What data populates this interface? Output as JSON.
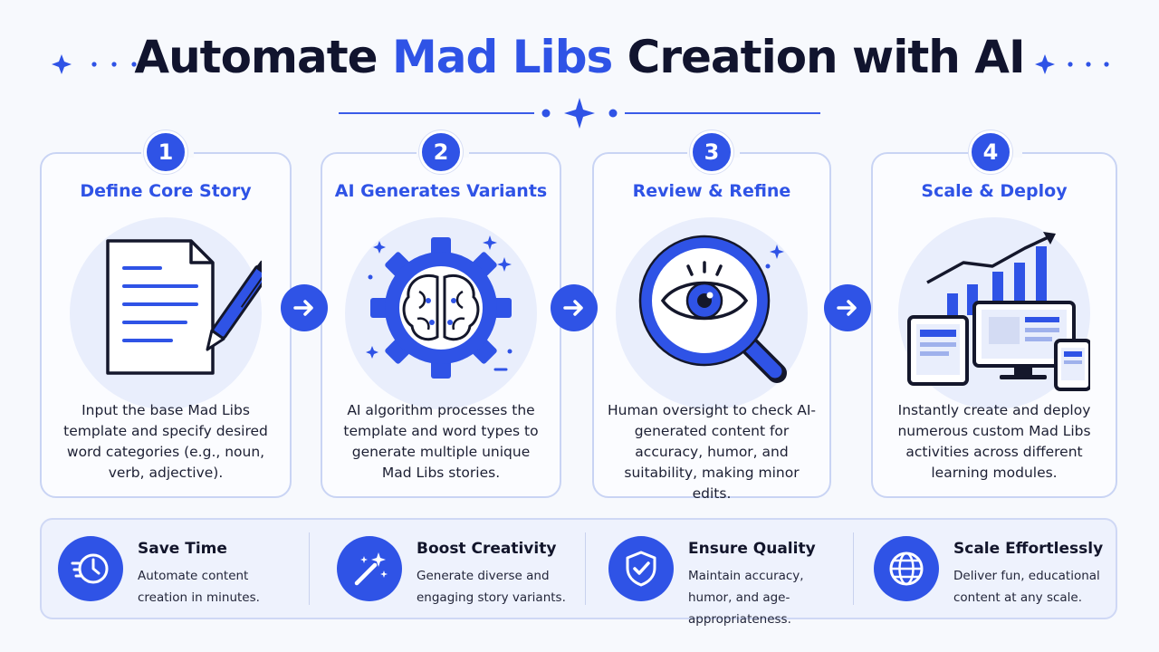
{
  "title": {
    "part1": "Automate ",
    "accent": "Mad Libs",
    "part2": " Creation with AI"
  },
  "colors": {
    "accent": "#2f53e6",
    "dark": "#11142e",
    "card_border": "#c9d4f4",
    "illustration_bg": "#e9eefc"
  },
  "steps": [
    {
      "number": "1",
      "title": "Define Core Story",
      "icon": "document-pen-icon",
      "description": "Input the base Mad Libs template and specify desired word categories (e.g., noun, verb, adjective)."
    },
    {
      "number": "2",
      "title": "AI Generates Variants",
      "icon": "gear-brain-icon",
      "description": "AI algorithm processes the template and word types to generate multiple unique Mad Libs stories."
    },
    {
      "number": "3",
      "title": "Review & Refine",
      "icon": "magnifier-eye-icon",
      "description": "Human oversight to check AI-generated content for accuracy, humor, and suitability, making minor edits."
    },
    {
      "number": "4",
      "title": "Scale & Deploy",
      "icon": "devices-growth-chart-icon",
      "description": "Instantly create and deploy numerous custom Mad Libs activities across different learning modules."
    }
  ],
  "benefits": [
    {
      "title": "Save Time",
      "icon": "clock-speed-icon",
      "description": "Automate content creation in minutes."
    },
    {
      "title": "Boost Creativity",
      "icon": "magic-wand-icon",
      "description": "Generate diverse and engaging story variants."
    },
    {
      "title": "Ensure Quality",
      "icon": "shield-check-icon",
      "description": "Maintain accuracy, humor, and age-appropriateness."
    },
    {
      "title": "Scale Effortlessly",
      "icon": "globe-icon",
      "description": "Deliver fun, educational content at any scale."
    }
  ]
}
